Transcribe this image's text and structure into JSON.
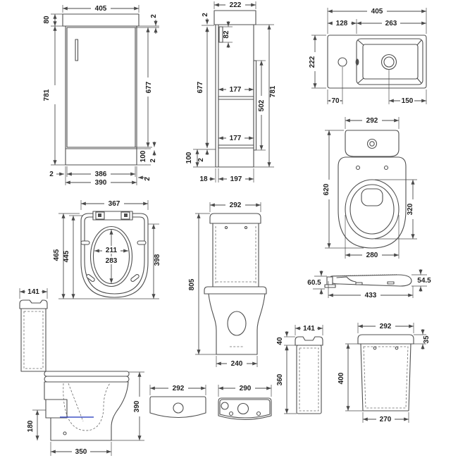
{
  "colors": {
    "line": "#4f4f4f",
    "dim_text": "#1f1f1f",
    "water_line": "#4153c6",
    "background": "#ffffff"
  },
  "views": {
    "vanity_front": {
      "dims": {
        "width": "405",
        "worktop_height": "80",
        "height": "781",
        "top_gap": "2",
        "door_height": "677",
        "plinth_height": "100",
        "door_gap": "2",
        "left_gap": "2",
        "carcass_width": "386",
        "base_width": "390",
        "right_gap": "2"
      }
    },
    "vanity_side": {
      "dims": {
        "depth": "222",
        "top_gap": "2",
        "door_height": "677",
        "plinth_height": "100",
        "door_gap": "2",
        "bracket_height": "82",
        "shelf_depth_upper": "177",
        "shelf_depth_lower": "177",
        "door_length": "502",
        "height": "781",
        "back_gap": "18",
        "carcass_depth": "197"
      }
    },
    "vanity_plan": {
      "dims": {
        "width": "405",
        "shelf_width": "128",
        "basin_width": "263",
        "depth": "222",
        "tap_centre": "70",
        "waste_centre": "150"
      }
    },
    "pan_plan": {
      "dims": {
        "cistern_width": "292",
        "overall_length": "620",
        "seat_opening": "320",
        "front_width": "280"
      }
    },
    "seat_plan": {
      "dims": {
        "width": "367",
        "overall_length": "465",
        "ring_length": "445",
        "opening_width": "211",
        "opening_length": "283",
        "lid_length": "398"
      }
    },
    "toilet_front": {
      "dims": {
        "cistern_width": "292",
        "overall_height": "805",
        "base_width": "240"
      }
    },
    "seat_side": {
      "dims": {
        "hinge_height": "60.5",
        "front_height": "54.5",
        "length": "433"
      }
    },
    "toilet_side": {
      "dims": {
        "cistern_depth": "141",
        "trap_height": "180",
        "pan_height": "390",
        "pan_depth": "350"
      }
    },
    "cistern_lid_plan": {
      "dims": {
        "width": "292"
      }
    },
    "cistern_underside": {
      "dims": {
        "width": "290"
      }
    },
    "cistern_side": {
      "dims": {
        "depth": "141",
        "lid_height": "40",
        "body_height": "360"
      }
    },
    "cistern_front": {
      "dims": {
        "width": "292",
        "lid_height": "35",
        "body_height": "400",
        "base_width": "270"
      }
    }
  }
}
